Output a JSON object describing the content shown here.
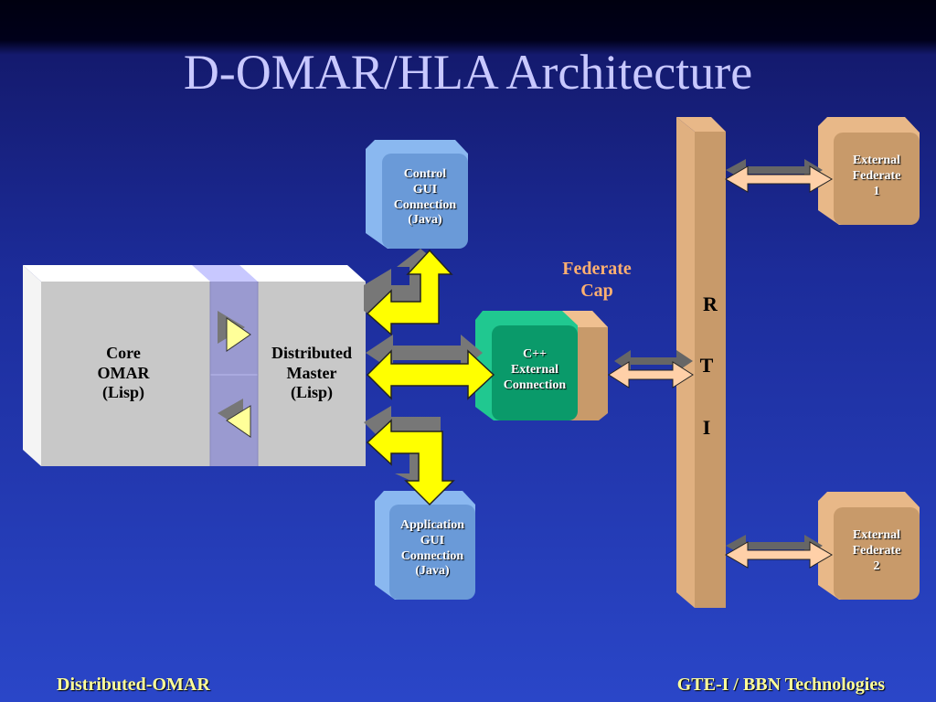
{
  "title": "D-OMAR/HLA Architecture",
  "footer": {
    "left": "Distributed-OMAR",
    "right": "GTE-I / BBN Technologies"
  },
  "core": {
    "line1": "Core",
    "line2": "OMAR",
    "line3": "(Lisp)"
  },
  "master": {
    "line1": "Distributed",
    "line2": "Master",
    "line3": "(Lisp)"
  },
  "control_gui": {
    "line1": "Control",
    "line2": "GUI",
    "line3": "Connection",
    "line4": "(Java)"
  },
  "app_gui": {
    "line1": "Application",
    "line2": "GUI",
    "line3": "Connection",
    "line4": "(Java)"
  },
  "cpp": {
    "line1": "C++",
    "line2": "External",
    "line3": "Connection"
  },
  "federate_cap": {
    "line1": "Federate",
    "line2": "Cap"
  },
  "rti": {
    "r": "R",
    "t": "T",
    "i": "I"
  },
  "ext1": {
    "line1": "External",
    "line2": "Federate",
    "line3": "1"
  },
  "ext2": {
    "line1": "External",
    "line2": "Federate",
    "line3": "2"
  },
  "colors": {
    "java_box": "#6a9ad8",
    "cpp_box": "#0a9a6a",
    "fed_box": "#c89a6a",
    "arrow": "#ffff00",
    "rti": "#c89a6a"
  }
}
